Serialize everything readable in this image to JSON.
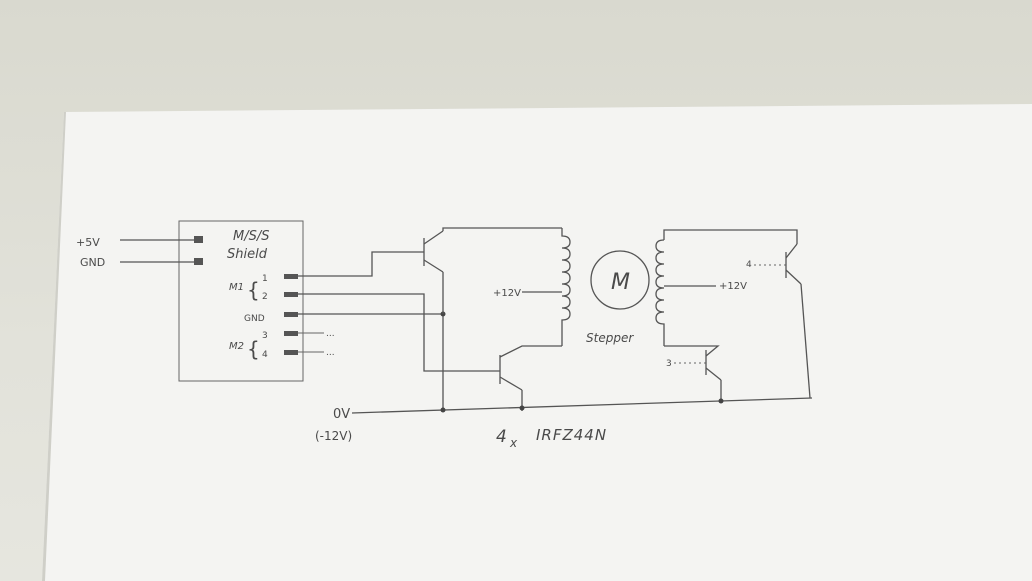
{
  "colors": {
    "desk": "#dcdcd3",
    "paper": "#f4f4f2",
    "ink": "#4a4a4a"
  },
  "shield": {
    "title_line1": "M/S/S",
    "title_line2": "Shield",
    "m1_label": "M1",
    "m2_label": "M2",
    "pin1": "1",
    "pin2": "2",
    "pin3": "3",
    "pin4": "4",
    "gnd_pin": "GND",
    "dots_a": "...",
    "dots_b": "..."
  },
  "inputs": {
    "plus5v": "+5V",
    "gnd": "GND"
  },
  "circuit": {
    "plus12v_left": "+12V",
    "plus12v_right": "+12V",
    "motor_symbol": "M",
    "stepper_label": "Stepper",
    "right_pin4": "4",
    "right_pin3": "3",
    "ground_line1": "0V",
    "ground_line2": "(-12V)",
    "part_count": "4",
    "part_x": "x",
    "part_name": "IRFZ44N"
  }
}
